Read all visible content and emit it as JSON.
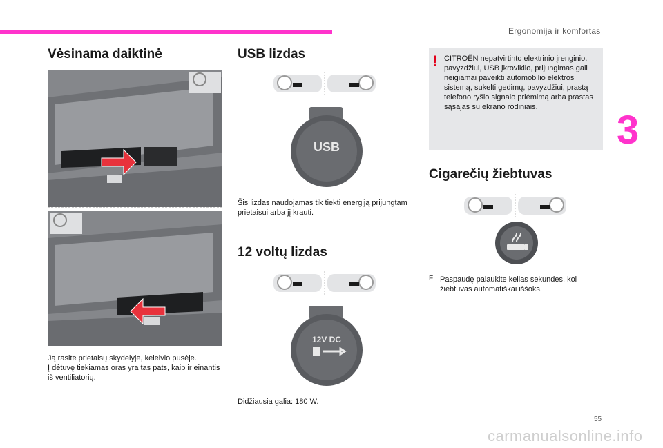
{
  "header": {
    "section_title": "Ergonomija ir komfortas",
    "chapter_number": "3",
    "page_number": "55"
  },
  "cooling": {
    "heading": "Vėsinama daiktinė",
    "text": "Ją rasite prietaisų skydelyje, keleivio pusėje.\nĮ dėtuvę tiekiamas oras yra tas pats, kaip ir einantis iš ventiliatorių."
  },
  "usb": {
    "heading": "USB lizdas",
    "socket_label": "USB",
    "text": "Šis lizdas naudojamas tik tiekti energiją prijungtam prietaisui arba jį krauti."
  },
  "socket12v": {
    "heading": "12 voltų lizdas",
    "socket_label": "12V DC",
    "text": "Didžiausia galia: 180 W."
  },
  "warning": {
    "mark": "!",
    "text": "CITROËN nepatvirtinto elektrinio įrenginio, pavyzdžiui, USB įkroviklio, prijungimas gali neigiamai paveikti automobilio elektros sistemą, sukelti gedimų, pavyzdžiui, prastą telefono ryšio signalo priėmimą arba prastas sąsajas su ekrano rodiniais."
  },
  "lighter": {
    "heading": "Cigarečių žiebtuvas",
    "bullet": "F",
    "text": "Paspaudę palaukite kelias sekundes, kol žiebtuvas automatiškai iššoks."
  },
  "watermark": "carmanualsonline.info",
  "colors": {
    "accent": "#ff33cc",
    "warning": "#e2001a",
    "box": "#e6e7e9"
  }
}
